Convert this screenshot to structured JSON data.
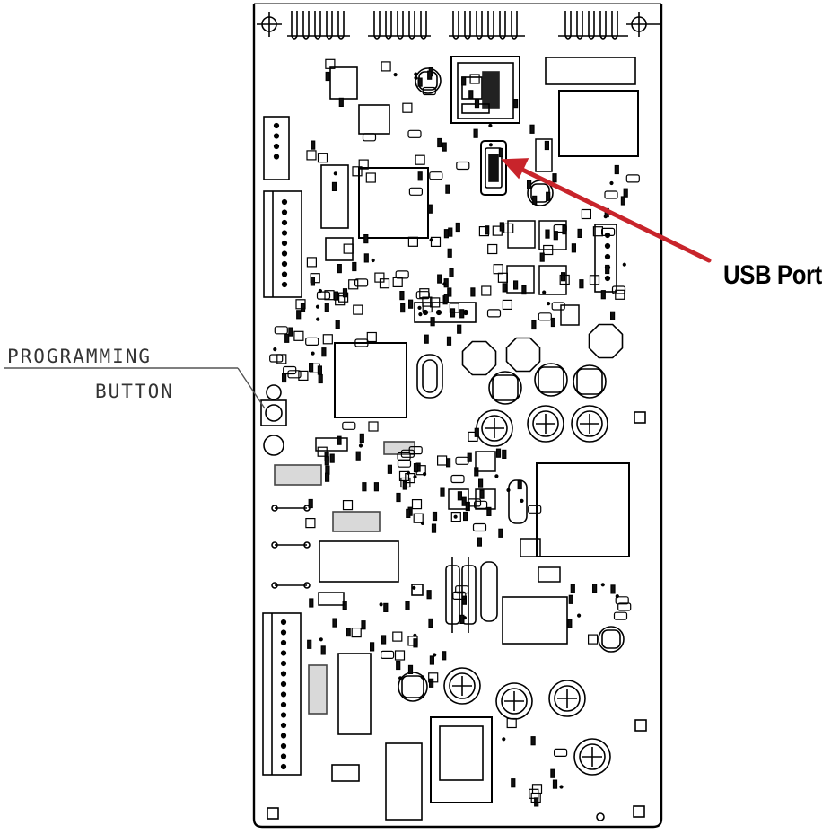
{
  "labels": {
    "usb_port": "USB Port",
    "programming_line1": "PROGRAMMING",
    "programming_line2": "BUTTON"
  },
  "colors": {
    "arrow": "#c8242b",
    "line": "#000000",
    "fill_gray": "#d9d9d9"
  },
  "icons": {
    "arrow": "red-arrow-icon",
    "board": "circuit-board-drawing"
  }
}
